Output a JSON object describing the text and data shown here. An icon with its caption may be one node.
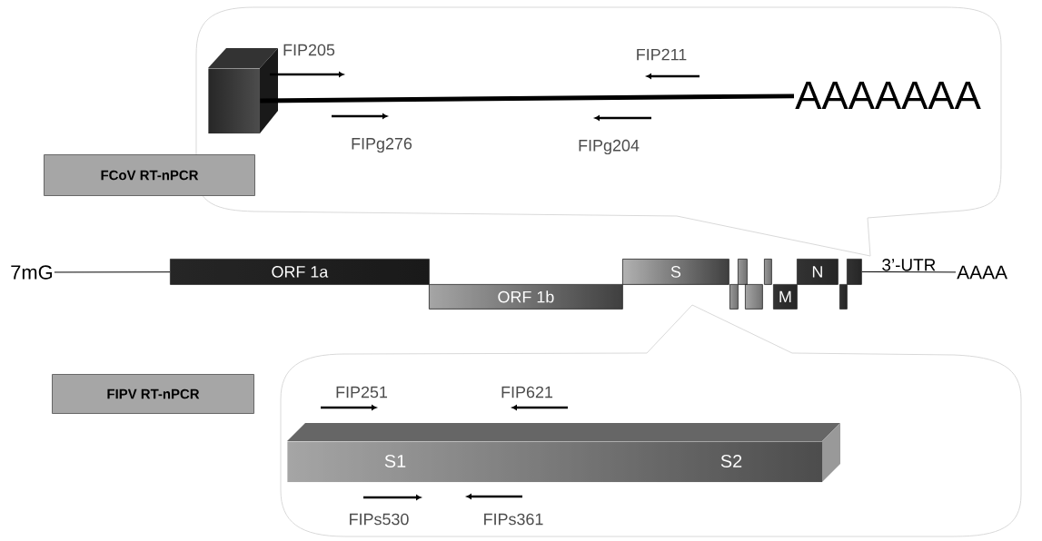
{
  "diagram": {
    "nodes": [
      {
        "text": [
          "FCoV RT-nPCR"
        ]
      },
      {
        "text": [
          "FIPV RT-nPCR"
        ]
      },
      {
        "text": [],
        "shape": "box"
      },
      {
        "text": [
          "AAAAAAA"
        ]
      },
      {
        "text": [
          "7mG"
        ]
      },
      {
        "text": [
          "ORF 1a"
        ]
      },
      {
        "text": [
          "ORF 1b"
        ]
      },
      {
        "text": [
          "S"
        ]
      },
      {
        "text": [],
        "shape": "bar"
      },
      {
        "text": [],
        "shape": "bar"
      },
      {
        "text": [],
        "shape": "bar"
      },
      {
        "text": [],
        "shape": "bar"
      },
      {
        "text": [
          "M"
        ]
      },
      {
        "text": [
          "N"
        ]
      },
      {
        "text": [],
        "shape": "bar"
      },
      {
        "text": [],
        "shape": "bar"
      },
      {
        "text": [
          "AAAA"
        ]
      },
      {
        "text": [
          "S1",
          "S2"
        ]
      }
    ],
    "edges": [
      {
        "from": 2,
        "to": 3,
        "arrow": "none",
        "style": "thick"
      },
      {
        "from": 4,
        "to": 5,
        "arrow": "none"
      },
      {
        "from": 14,
        "to": 16,
        "arrow": "none",
        "label": "3’-UTR"
      }
    ],
    "labels": [
      "FIP205",
      "FIP211",
      "FIPg276",
      "FIPg204",
      "FIP251",
      "FIP621",
      "FIPs530",
      "FIPs361"
    ]
  }
}
